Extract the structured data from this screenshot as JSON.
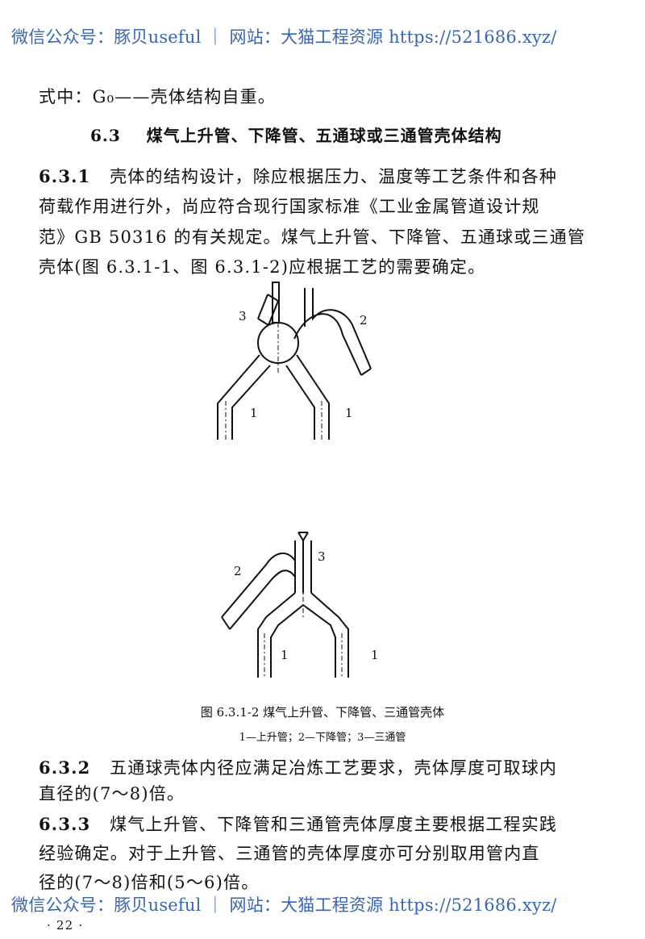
{
  "watermark": {
    "text": "微信公众号：豚贝useful ｜ 网站：大猫工程资源 https://521686.xyz/"
  },
  "formula_note": "式中：G₀——壳体结构自重。",
  "section": {
    "number": "6.3",
    "title": "煤气上升管、下降管、五通球或三通管壳体结构"
  },
  "clauses": [
    {
      "number": "6.3.1",
      "lines": [
        "壳体的结构设计，除应根据压力、温度等工艺条件和各种",
        "荷载作用进行外，尚应符合现行国家标准《工业金属管道设计规",
        "范》GB 50316 的有关规定。煤气上升管、下降管、五通球或三通管",
        "壳体(图 6.3.1-1、图 6.3.1-2)应根据工艺的需要确定。"
      ]
    },
    {
      "number": "6.3.2",
      "lines": [
        "五通球壳体内径应满足冶炼工艺要求，壳体厚度可取球内",
        "直径的(7～8)倍。"
      ]
    },
    {
      "number": "6.3.3",
      "lines": [
        "煤气上升管、下降管和三通管壳体厚度主要根据工程实践",
        "经验确定。对于上升管、三通管的壳体厚度亦可分别取用管内直",
        "径的(7～8)倍和(5～6)倍。"
      ]
    }
  ],
  "figure1": {
    "labels": [
      "1",
      "1",
      "2",
      "3"
    ]
  },
  "figure2": {
    "labels": [
      "1",
      "1",
      "2",
      "3"
    ],
    "caption": "图 6.3.1-2 煤气上升管、下降管、三通管壳体",
    "legend": "1—上升管；2—下降管；3—三通管"
  },
  "page_number": "· 22 ·"
}
